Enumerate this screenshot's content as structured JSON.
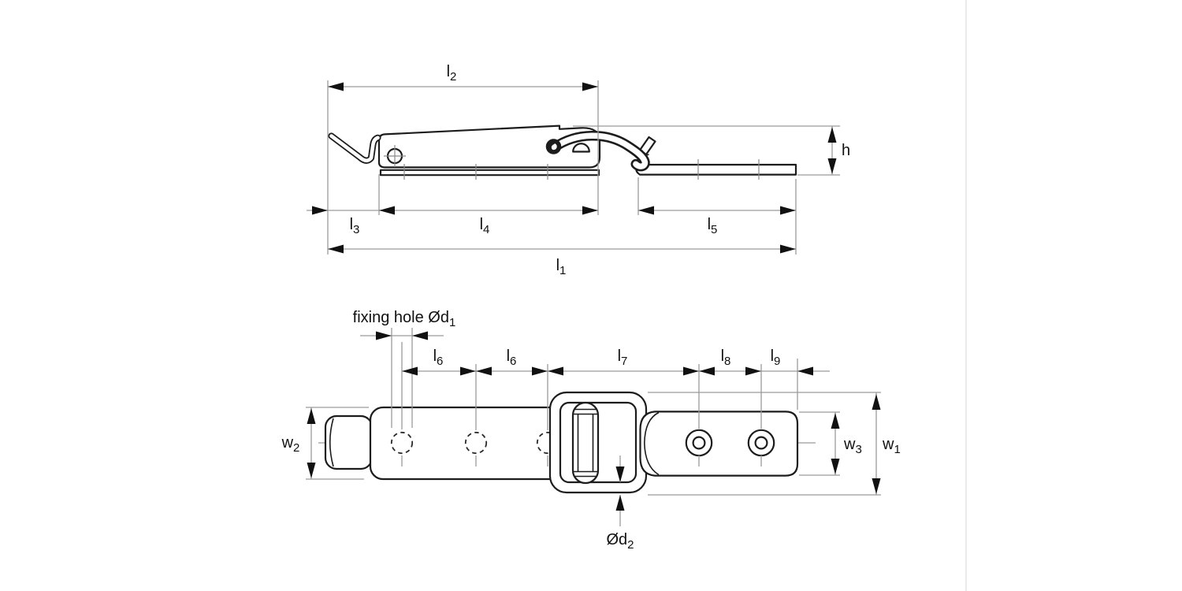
{
  "page": {
    "background": "#ffffff",
    "divider_color": "#e3e3e3",
    "line_color": "#1c1c1c",
    "dimension_line_color": "#9b9b9b",
    "arrow_color": "#111111"
  },
  "figure": {
    "kind": "technical dimension drawing",
    "subject": "toggle latch (side view above, plan view below)"
  },
  "labels": {
    "l1": {
      "main": "l",
      "sub": "1"
    },
    "l2": {
      "main": "l",
      "sub": "2"
    },
    "l3": {
      "main": "l",
      "sub": "3"
    },
    "l4": {
      "main": "l",
      "sub": "4"
    },
    "l5": {
      "main": "l",
      "sub": "5"
    },
    "l6": {
      "main": "l",
      "sub": "6"
    },
    "l7": {
      "main": "l",
      "sub": "7"
    },
    "l8": {
      "main": "l",
      "sub": "8"
    },
    "l9": {
      "main": "l",
      "sub": "9"
    },
    "h": {
      "main": "h",
      "sub": ""
    },
    "w1": {
      "main": "w",
      "sub": "1"
    },
    "w2": {
      "main": "w",
      "sub": "2"
    },
    "w3": {
      "main": "w",
      "sub": "3"
    },
    "fixing_hole": {
      "main": "fixing hole Ød",
      "sub": "1"
    },
    "d2": {
      "main": "Ød",
      "sub": "2"
    }
  }
}
